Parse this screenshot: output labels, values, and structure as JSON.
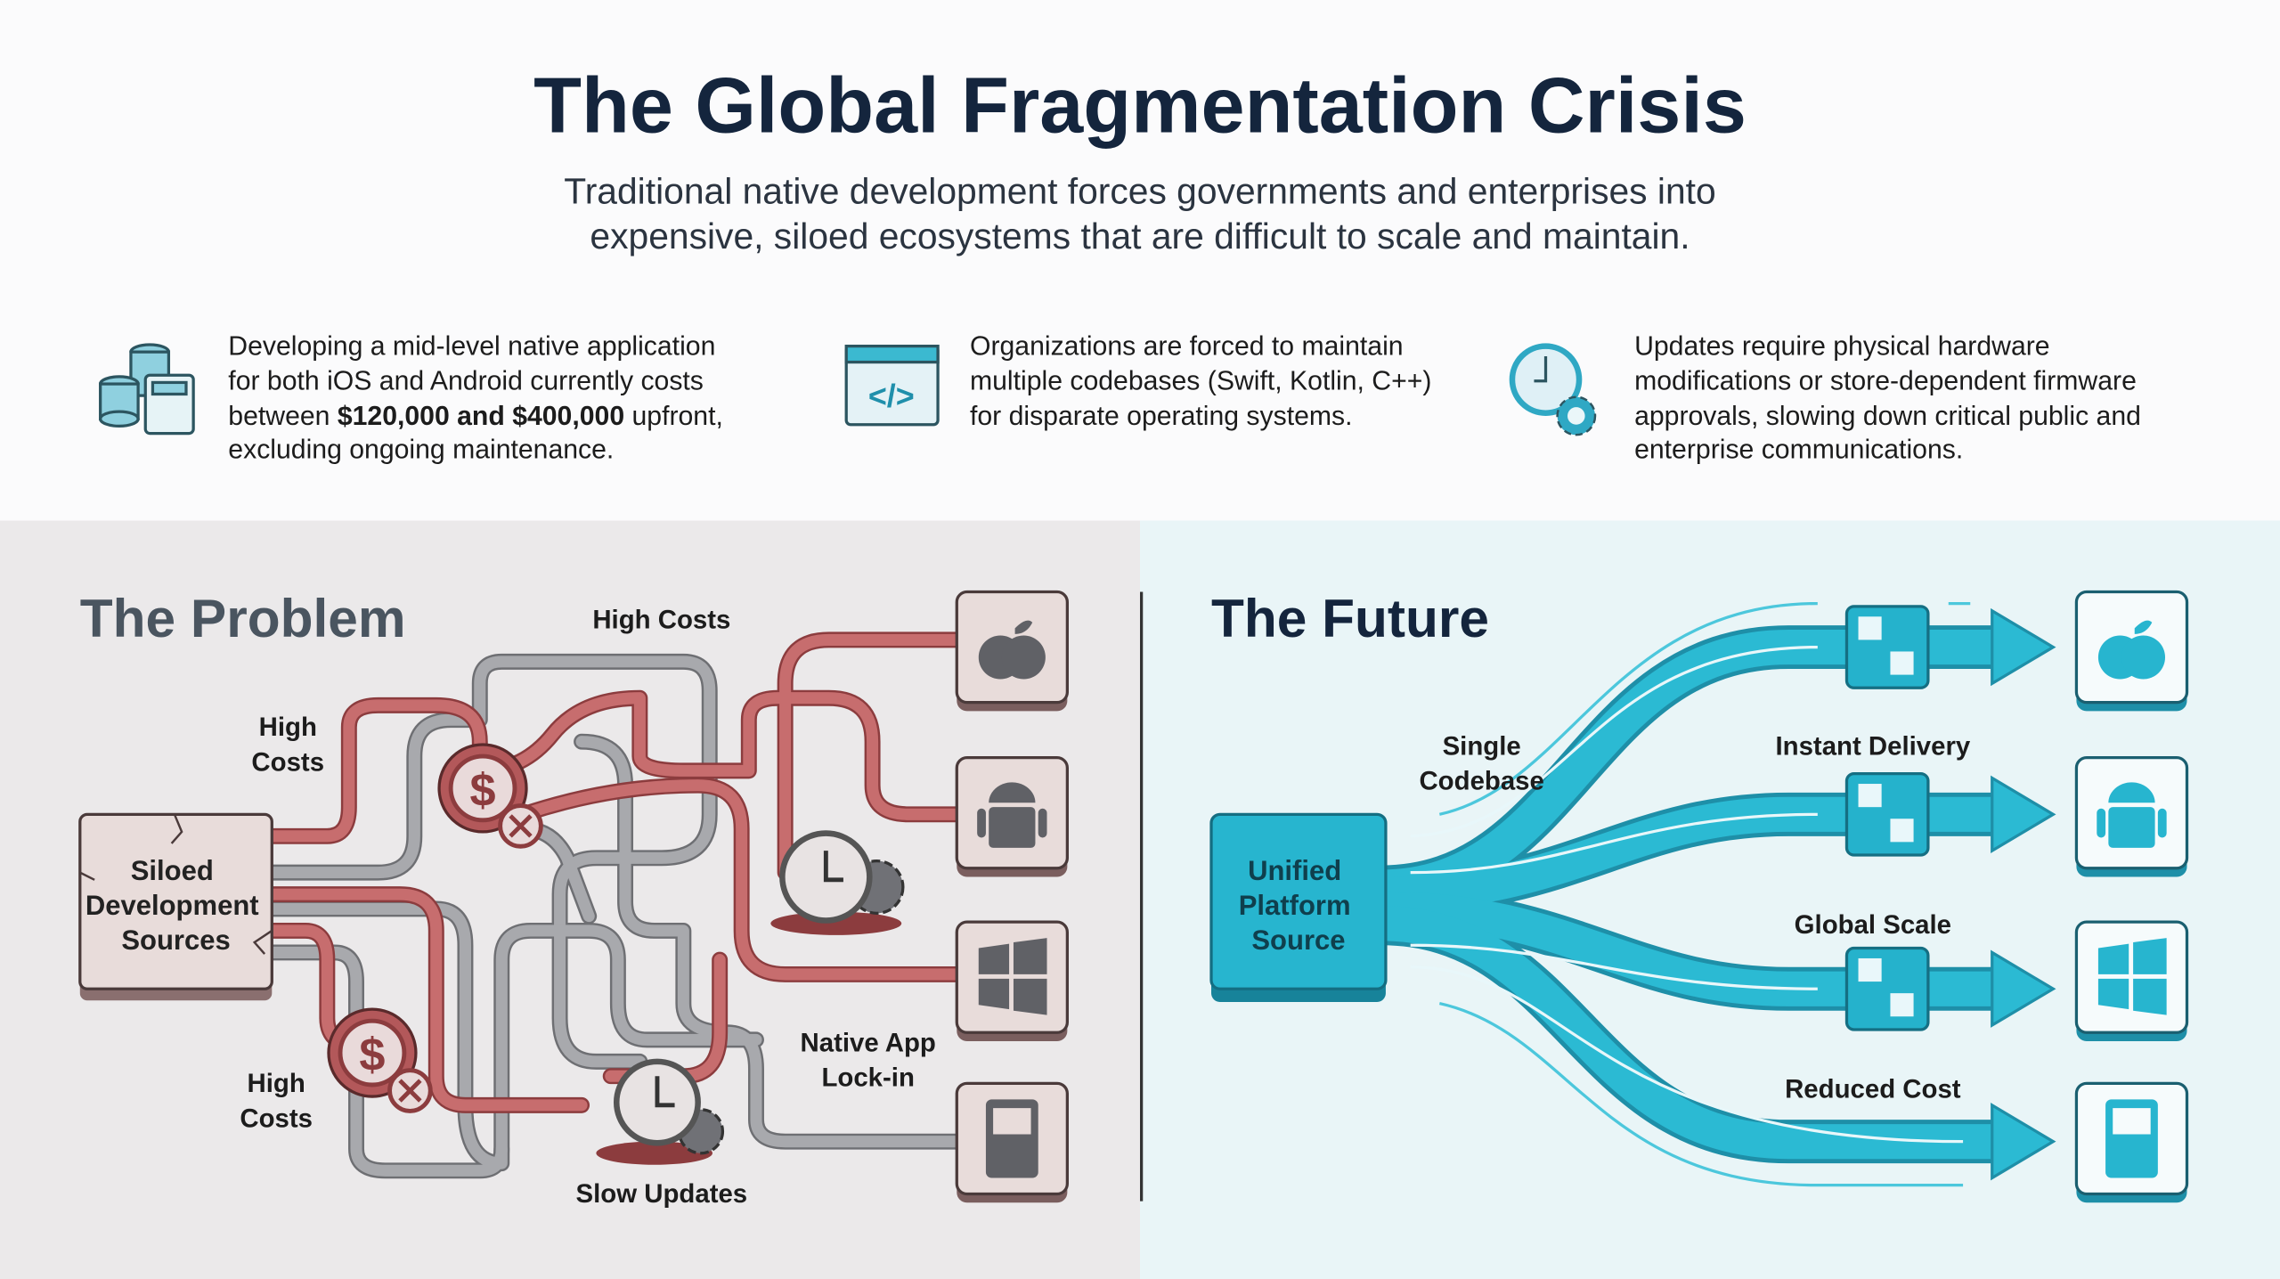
{
  "header": {
    "title": "The Global Fragmentation Crisis",
    "subtitle_lines": [
      "Traditional native development forces governments and enterprises into",
      "expensive, siloed ecosystems that are difficult to scale and maintain."
    ]
  },
  "facts": [
    {
      "icon": "coins-calculator-icon",
      "lines": [
        "Developing a mid-level native application",
        "for both iOS and Android currently costs"
      ],
      "line3_pre": "between ",
      "line3_bold": "$120,000 and $400,000",
      "line3_post": " upfront,",
      "line4": "excluding ongoing maintenance."
    },
    {
      "icon": "code-window-icon",
      "lines": [
        "Organizations are forced to maintain",
        "multiple codebases (Swift, Kotlin, C++)",
        "for disparate operating systems."
      ]
    },
    {
      "icon": "clock-gear-icon",
      "lines": [
        "Updates require physical hardware",
        "modifications or store-dependent firmware",
        "approvals, slowing down critical public and",
        "enterprise communications."
      ]
    }
  ],
  "problem": {
    "title": "The Problem",
    "source_lines": [
      "Siloed",
      "Development",
      "Sources"
    ],
    "labels": {
      "high_costs_top": "High Costs",
      "high_costs_left": [
        "High",
        "Costs"
      ],
      "high_costs_bottom": [
        "High",
        "Costs"
      ],
      "lock_in": [
        "Native App",
        "Lock-in"
      ],
      "slow_updates": "Slow Updates"
    }
  },
  "future": {
    "title": "The Future",
    "source_lines": [
      "Unified",
      "Platform",
      "Source"
    ],
    "labels": {
      "single_codebase": [
        "Single",
        "Codebase"
      ],
      "instant_delivery": "Instant Delivery",
      "global_scale": "Global Scale",
      "reduced_cost": "Reduced Cost"
    }
  },
  "platforms": [
    "apple-icon",
    "android-icon",
    "windows-icon",
    "device-icon"
  ],
  "colors": {
    "navy": "#14253d",
    "red": "#b9595b",
    "gray": "#8e8f93",
    "teal": "#27b5cf",
    "problem_bg": "#ebe9ea",
    "future_bg": "#e9f5f7"
  }
}
